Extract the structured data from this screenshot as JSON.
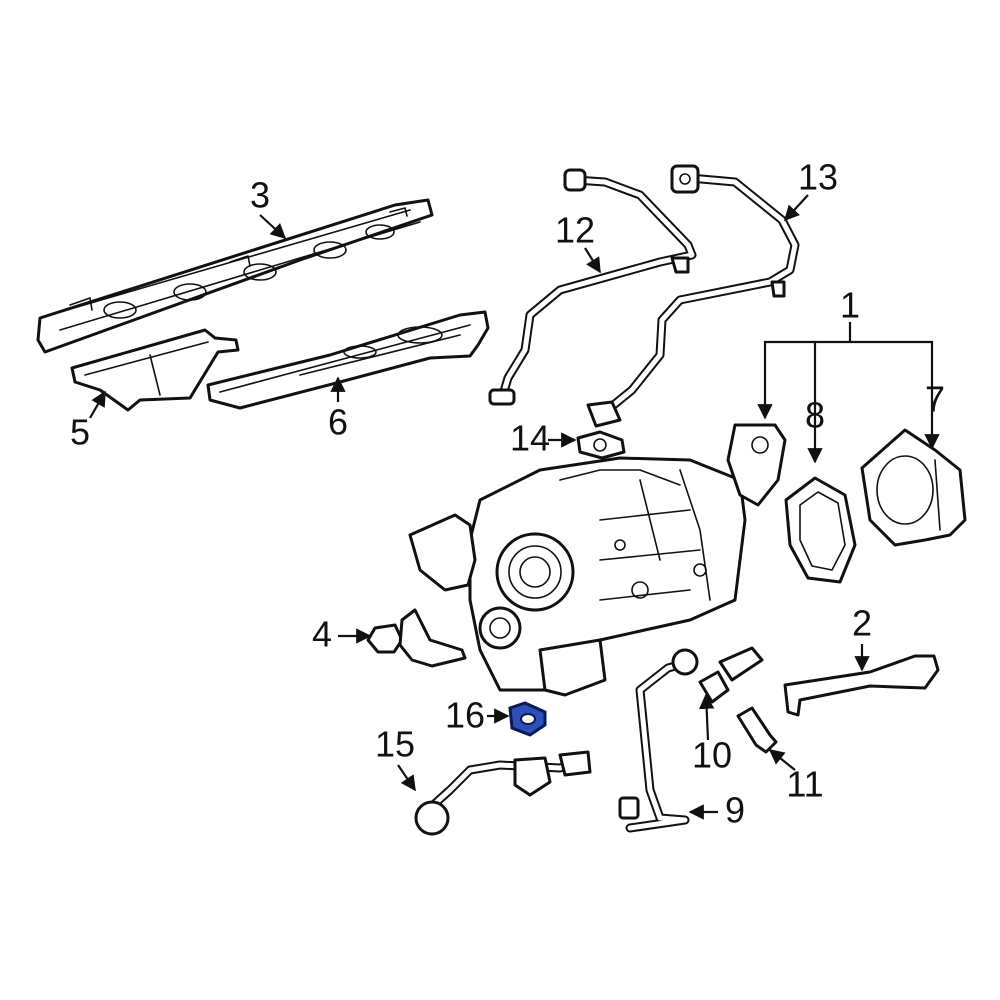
{
  "diagram": {
    "highlight_color": "#2f4fb8",
    "line_color": "#111111",
    "callouts": [
      "1",
      "2",
      "3",
      "4",
      "5",
      "6",
      "7",
      "8",
      "9",
      "10",
      "11",
      "12",
      "13",
      "14",
      "15",
      "16"
    ],
    "highlighted_callout": "16"
  }
}
